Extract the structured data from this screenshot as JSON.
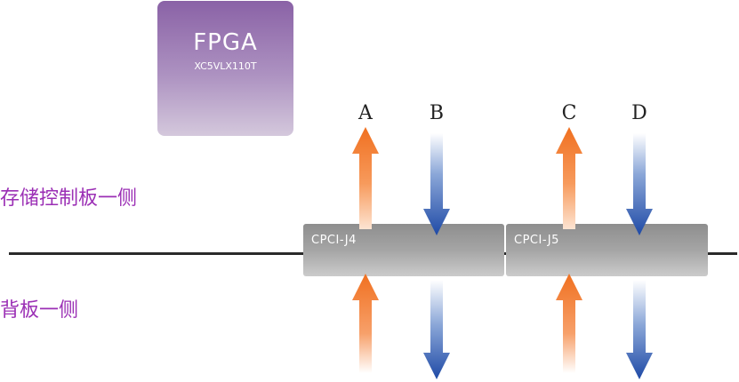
{
  "fpga": {
    "title": "FPGA",
    "model": "XC5VLX110T"
  },
  "sides": {
    "top": "存储控制板一侧",
    "bottom": "背板一侧"
  },
  "connectors": [
    {
      "id": "j4",
      "label": "CPCI-J4"
    },
    {
      "id": "j5",
      "label": "CPCI-J5"
    }
  ],
  "signals": [
    {
      "label": "A",
      "direction": "up"
    },
    {
      "label": "B",
      "direction": "down"
    },
    {
      "label": "C",
      "direction": "up"
    },
    {
      "label": "D",
      "direction": "down"
    }
  ],
  "colors": {
    "up_arrow": "#f47a2a",
    "down_arrow": "#2a55b0",
    "side_label": "#9b2fb5",
    "connector": "#a5a5a5",
    "fpga": "#8a62a6"
  }
}
